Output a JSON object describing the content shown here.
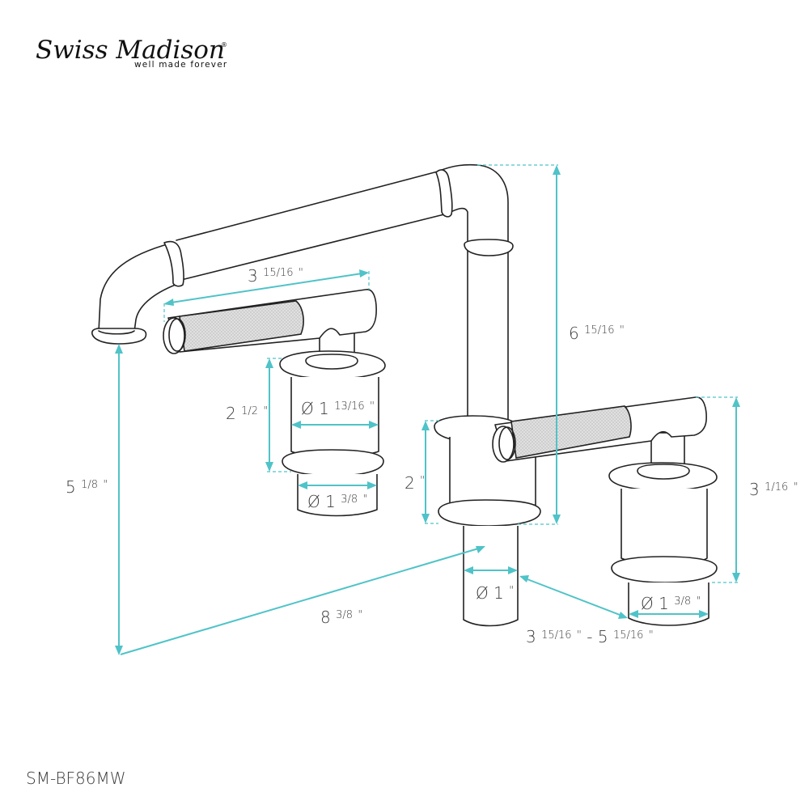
{
  "brand": {
    "name": "Swiss Madison",
    "registered_mark": "®",
    "tagline": "well made forever"
  },
  "model_number": "SM-BF86MW",
  "colors": {
    "dimension_lines": "#4fc3c8",
    "outline": "#222222",
    "text": "#3a3a3a",
    "knurl_fill": "#d9d9d9"
  },
  "dimensions": {
    "handle_length": {
      "whole": "3",
      "frac": "15/16",
      "unit": "\""
    },
    "spout_height": {
      "whole": "6",
      "frac": "15/16",
      "unit": "\""
    },
    "left_body_height": {
      "whole": "2",
      "frac": "1/2",
      "unit": "\""
    },
    "left_body_diameter": {
      "prefix": "Ø",
      "whole": "1",
      "frac": "13/16",
      "unit": "\""
    },
    "left_shank_diameter": {
      "prefix": "Ø",
      "whole": "1",
      "frac": "3/8",
      "unit": "\""
    },
    "spout_reach_height": {
      "whole": "5",
      "frac": "1/8",
      "unit": "\""
    },
    "spout_base_height": {
      "whole": "2",
      "frac": "",
      "unit": "\""
    },
    "right_handle_height": {
      "whole": "3",
      "frac": "1/16",
      "unit": "\""
    },
    "spout_shank_diameter": {
      "prefix": "Ø",
      "whole": "1",
      "frac": "",
      "unit": "\""
    },
    "right_shank_diameter": {
      "prefix": "Ø",
      "whole": "1",
      "frac": "3/8",
      "unit": "\""
    },
    "overall_spread": {
      "whole": "8",
      "frac": "3/8",
      "unit": "\""
    },
    "handle_spacing_range": {
      "from_whole": "3",
      "from_frac": "15/16",
      "to_whole": "5",
      "to_frac": "15/16",
      "unit": "\"",
      "separator": "-"
    }
  },
  "labels": {
    "handle_length": "3 15/16\"",
    "spout_height": "6 15/16\"",
    "left_body_height": "2 1/2\"",
    "left_body_diameter": "Ø 1 13/16\"",
    "left_shank_diameter": "Ø 1 3/8\"",
    "spout_reach_height": "5 1/8\"",
    "spout_base_height": "2\"",
    "right_handle_height": "3 1/16\"",
    "spout_shank_diameter": "Ø 1\"",
    "right_shank_diameter": "Ø 1 3/8\"",
    "overall_spread": "8 3/8\"",
    "handle_spacing_range": "3 15/16\" - 5 15/16\""
  }
}
